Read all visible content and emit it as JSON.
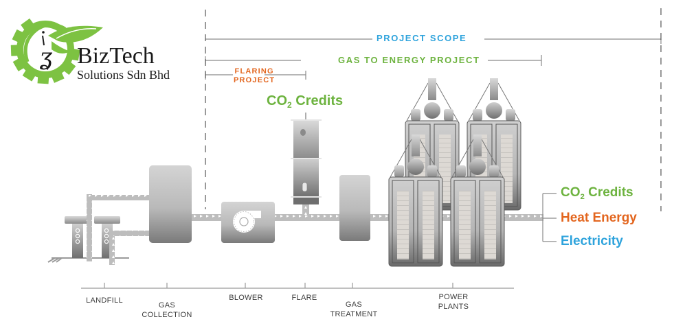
{
  "logo": {
    "title": "BizTech",
    "subtitle": "Solutions Sdn Bhd",
    "brand_color": "#7dc242"
  },
  "scopes": {
    "project_scope": "PROJECT SCOPE",
    "gas_to_energy": "GAS TO ENERGY PROJECT",
    "flaring_line1": "FLARING",
    "flaring_line2": "PROJECT"
  },
  "flare_output": {
    "prefix": "CO",
    "subscript": "2",
    "suffix": " Credits"
  },
  "outputs": [
    {
      "prefix": "CO",
      "subscript": "2",
      "suffix": " Credits",
      "color": "#6db33f"
    },
    {
      "prefix": "Heat Energy",
      "subscript": "",
      "suffix": "",
      "color": "#e3661f"
    },
    {
      "prefix": "Electricity",
      "subscript": "",
      "suffix": "",
      "color": "#2ea3dc"
    }
  ],
  "stages": [
    {
      "line1": "LANDFILL",
      "line2": ""
    },
    {
      "line1": "GAS",
      "line2": "COLLECTION"
    },
    {
      "line1": "BLOWER",
      "line2": ""
    },
    {
      "line1": "FLARE",
      "line2": ""
    },
    {
      "line1": "GAS",
      "line2": "TREATMENT"
    },
    {
      "line1": "POWER",
      "line2": "PLANTS"
    }
  ],
  "colors": {
    "project_scope": "#2ea3dc",
    "gas_to_energy": "#6db33f",
    "flaring": "#e3661f",
    "co2": "#6db33f",
    "heat": "#e3661f",
    "electricity": "#2ea3dc",
    "equipment": "#9a9a9a",
    "line": "#8a8a8a"
  }
}
